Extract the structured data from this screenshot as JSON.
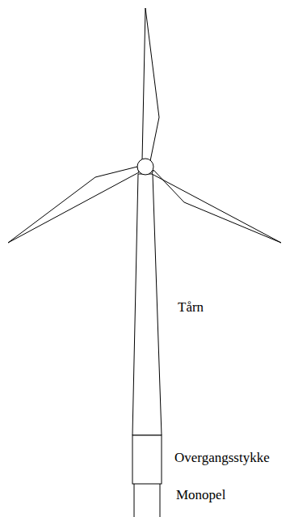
{
  "diagram": {
    "labels": [
      "Tårn",
      "Overgangsstykke",
      "Monopel"
    ]
  }
}
